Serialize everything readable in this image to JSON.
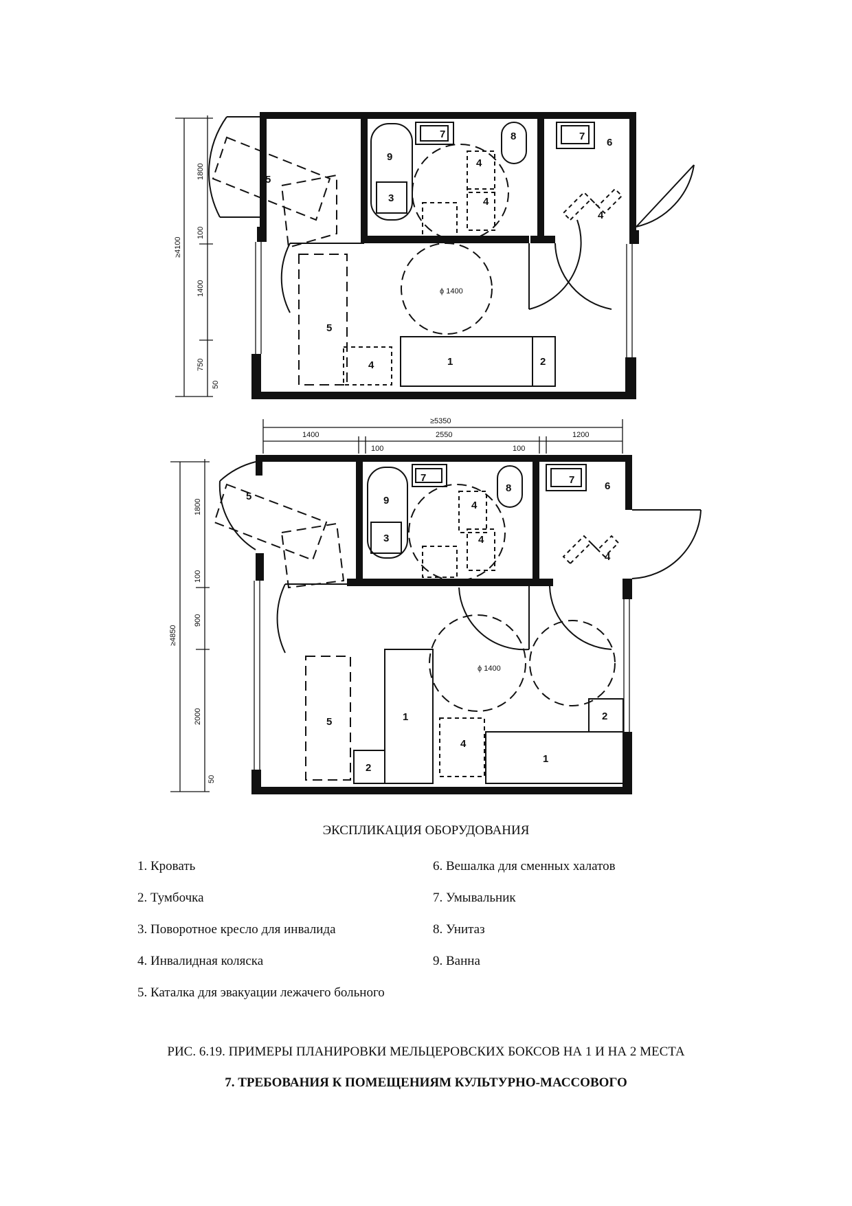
{
  "plan1": {
    "labels": {
      "bed": "1",
      "nightstand": "2",
      "chair": "3",
      "wheelchair": "4",
      "stretcher": "5",
      "hanger": "6",
      "washbasin": "7",
      "toilet": "8",
      "bath": "9"
    },
    "circle_label": "ϕ 1400",
    "dims": {
      "total": "≥4100",
      "d1": "1800",
      "d2": "100",
      "d3": "1400",
      "d4": "750",
      "d5": "50"
    }
  },
  "plan2": {
    "labels": {
      "bed": "1",
      "nightstand": "2",
      "chair": "3",
      "wheelchair": "4",
      "stretcher": "5",
      "hanger": "6",
      "washbasin": "7",
      "toilet": "8",
      "bath": "9"
    },
    "circle_label": "ϕ 1400",
    "dims": {
      "total": "≥4850",
      "d1": "1800",
      "d2": "100",
      "d3": "900",
      "d4": "2000",
      "d5": "50"
    },
    "hdims": {
      "total": "≥5350",
      "h1": "1400",
      "h2": "100",
      "h3": "2550",
      "h4": "100",
      "h5": "1200"
    }
  },
  "legend": {
    "title": "ЭКСПЛИКАЦИЯ ОБОРУДОВАНИЯ",
    "col1": [
      "1. Кровать",
      "2. Тумбочка",
      "3. Поворотное кресло для инвалида",
      "4. Инвалидная коляска",
      "5. Каталка для эвакуации лежачего больного"
    ],
    "col2": [
      "6. Вешалка для сменных халатов",
      "7. Умывальник",
      "8. Унитаз",
      "9. Ванна"
    ]
  },
  "caption": "РИС. 6.19. ПРИМЕРЫ ПЛАНИРОВКИ МЕЛЬЦЕРОВСКИХ БОКСОВ НА 1 И НА 2 МЕСТА",
  "section_title": "7. ТРЕБОВАНИЯ К ПОМЕЩЕНИЯМ КУЛЬТУРНО-МАССОВОГО"
}
